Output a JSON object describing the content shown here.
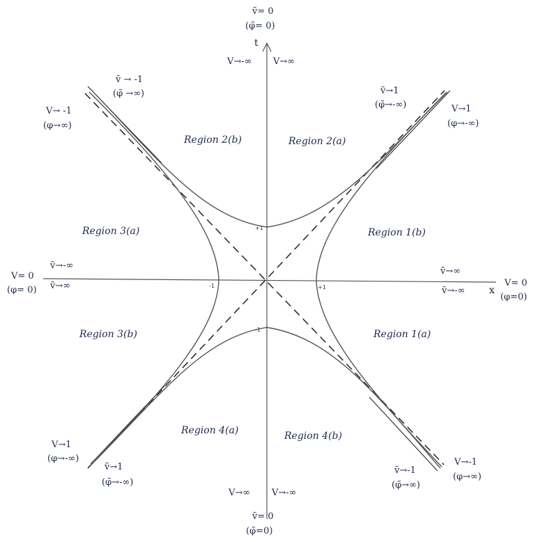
{
  "axes": {
    "t_label": "t",
    "x_label": "x",
    "tick_t_pos": "+1",
    "tick_t_neg": "-1",
    "tick_x_pos": "+1",
    "tick_x_neg": "-1"
  },
  "regions": {
    "r1a": "Region 1(a)",
    "r1b": "Region 1(b)",
    "r2a": "Region 2(a)",
    "r2b": "Region 2(b)",
    "r3a": "Region 3(a)",
    "r3b": "Region 3(b)",
    "r4a": "Region 4(a)",
    "r4b": "Region 4(b)"
  },
  "labels": {
    "top_vt": "ṽ= 0",
    "top_phit": "(φ̃= 0)",
    "top_left": "V→-∞",
    "top_right": "V→∞",
    "bottom_vt": "ṽ= 0",
    "bottom_phit": "(φ̃=0)",
    "bottom_left": "V→∞",
    "bottom_right": "V→-∞",
    "left_v": "V= 0",
    "left_phi": "(φ= 0)",
    "left_up": "ṽ→-∞",
    "left_down": "ṽ→∞",
    "right_up": "ṽ→∞",
    "right_down": "ṽ→-∞",
    "right_v": "V= 0",
    "right_phi": "(φ=0)",
    "ul_vt": "ṽ → -1",
    "ul_phit": "(φ̃ →∞)",
    "ul_v": "V→ -1",
    "ul_phi": "(φ→∞)",
    "ur_vt": "ṽ→1",
    "ur_phit": "(φ̃→-∞)",
    "ur_v": "V→1",
    "ur_phi": "(φ→-∞)",
    "ll_v": "V→1",
    "ll_phi": "(φ→-∞)",
    "ll_vt": "ṽ→1",
    "ll_phit": "(φ̃→-∞)",
    "lr_vt": "ṽ→-1",
    "lr_phit": "(φ̃→∞)",
    "lr_v": "V→-1",
    "lr_phi": "(φ→∞)"
  },
  "colors": {
    "ink": "#1f2a4a",
    "pencil": "#555555"
  }
}
